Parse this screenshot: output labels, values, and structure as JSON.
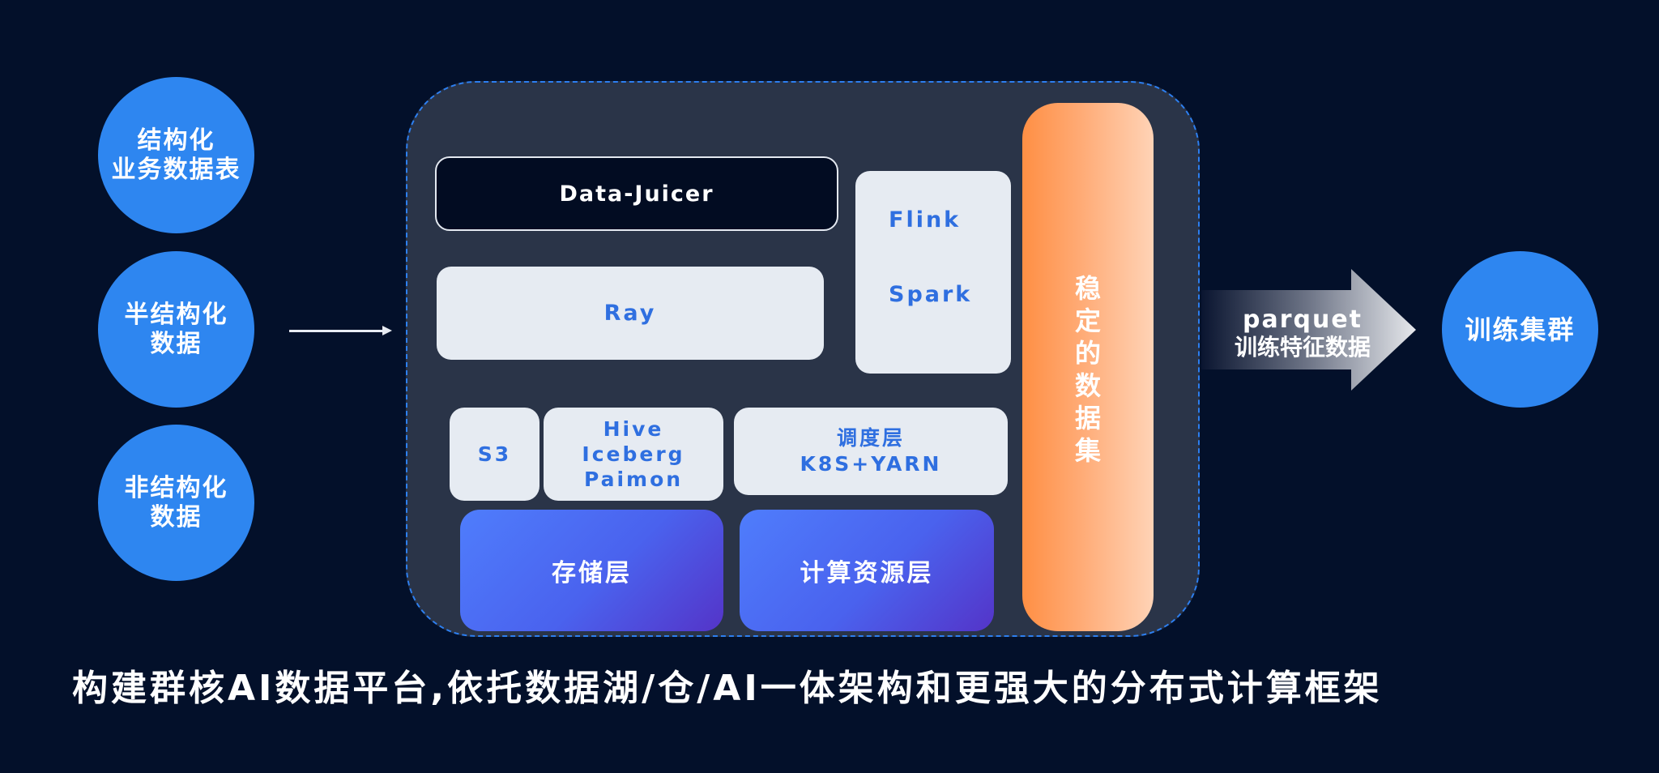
{
  "sources": [
    {
      "lines": [
        "结构化",
        "业务数据表"
      ]
    },
    {
      "lines": [
        "半结构化",
        "数据"
      ]
    },
    {
      "lines": [
        "非结构化",
        "数据"
      ]
    }
  ],
  "platform": {
    "data_juicer": "Data-Juicer",
    "ray": "Ray",
    "engines": [
      "Flink",
      "Spark"
    ],
    "s3": "S3",
    "table_formats": [
      "Hive",
      "Iceberg",
      "Paimon"
    ],
    "scheduler": [
      "调度层",
      "K8S+YARN"
    ],
    "storage_layer": "存储层",
    "compute_layer": "计算资源层",
    "stable_dataset": [
      "稳",
      "定",
      "的",
      "数",
      "据",
      "集"
    ]
  },
  "output_arrow": {
    "line1": "parquet",
    "line2": "训练特征数据"
  },
  "target": "训练集群",
  "caption": "构建群核AI数据平台,依托数据湖/仓/AI一体架构和更强大的分布式计算框架",
  "colors": {
    "background": "#03102a",
    "accent_blue": "#2e86f0",
    "panel": "#2a3448",
    "orange": "#ff8f44"
  }
}
